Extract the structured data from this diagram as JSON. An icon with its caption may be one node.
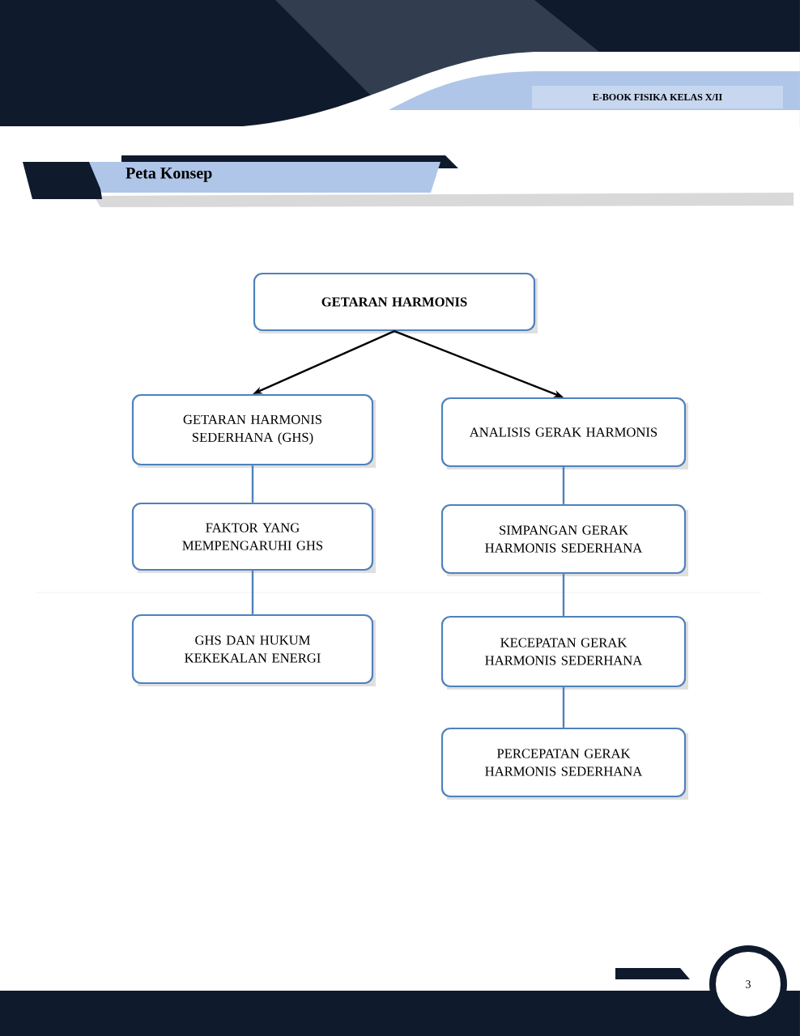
{
  "diagram": {
    "title": "Peta Konsep",
    "nodes": [
      {
        "text": [
          "GETARAN HARMONIS"
        ]
      },
      {
        "text": [
          "GETARAN HARMONIS SEDERHANA (GHS)"
        ]
      },
      {
        "text": [
          "ANALISIS GERAK HARMONIS"
        ]
      },
      {
        "text": [
          "FAKTOR YANG MEMPENGARUHI GHS"
        ]
      },
      {
        "text": [
          "SIMPANGAN GERAK HARMONIS SEDERHANA"
        ]
      },
      {
        "text": [
          "GHS DAN HUKUM KEKEKALAN ENERGI"
        ]
      },
      {
        "text": [
          "KECEPATAN GERAK HARMONIS SEDERHANA"
        ]
      },
      {
        "text": [
          "PERCEPATAN GERAK HARMONIS SEDERHANA"
        ]
      }
    ],
    "edges": [
      {
        "from": 0,
        "to": 1,
        "arrow": "to",
        "color": "#000000"
      },
      {
        "from": 0,
        "to": 2,
        "arrow": "to",
        "color": "#000000"
      },
      {
        "from": 1,
        "to": 3,
        "arrow": "none"
      },
      {
        "from": 3,
        "to": 5,
        "arrow": "none"
      },
      {
        "from": 2,
        "to": 4,
        "arrow": "none"
      },
      {
        "from": 4,
        "to": 6,
        "arrow": "none"
      },
      {
        "from": 6,
        "to": 7,
        "arrow": "none"
      }
    ],
    "labels": [
      "E-BOOK FISIKA KELAS X/II",
      "3"
    ]
  }
}
